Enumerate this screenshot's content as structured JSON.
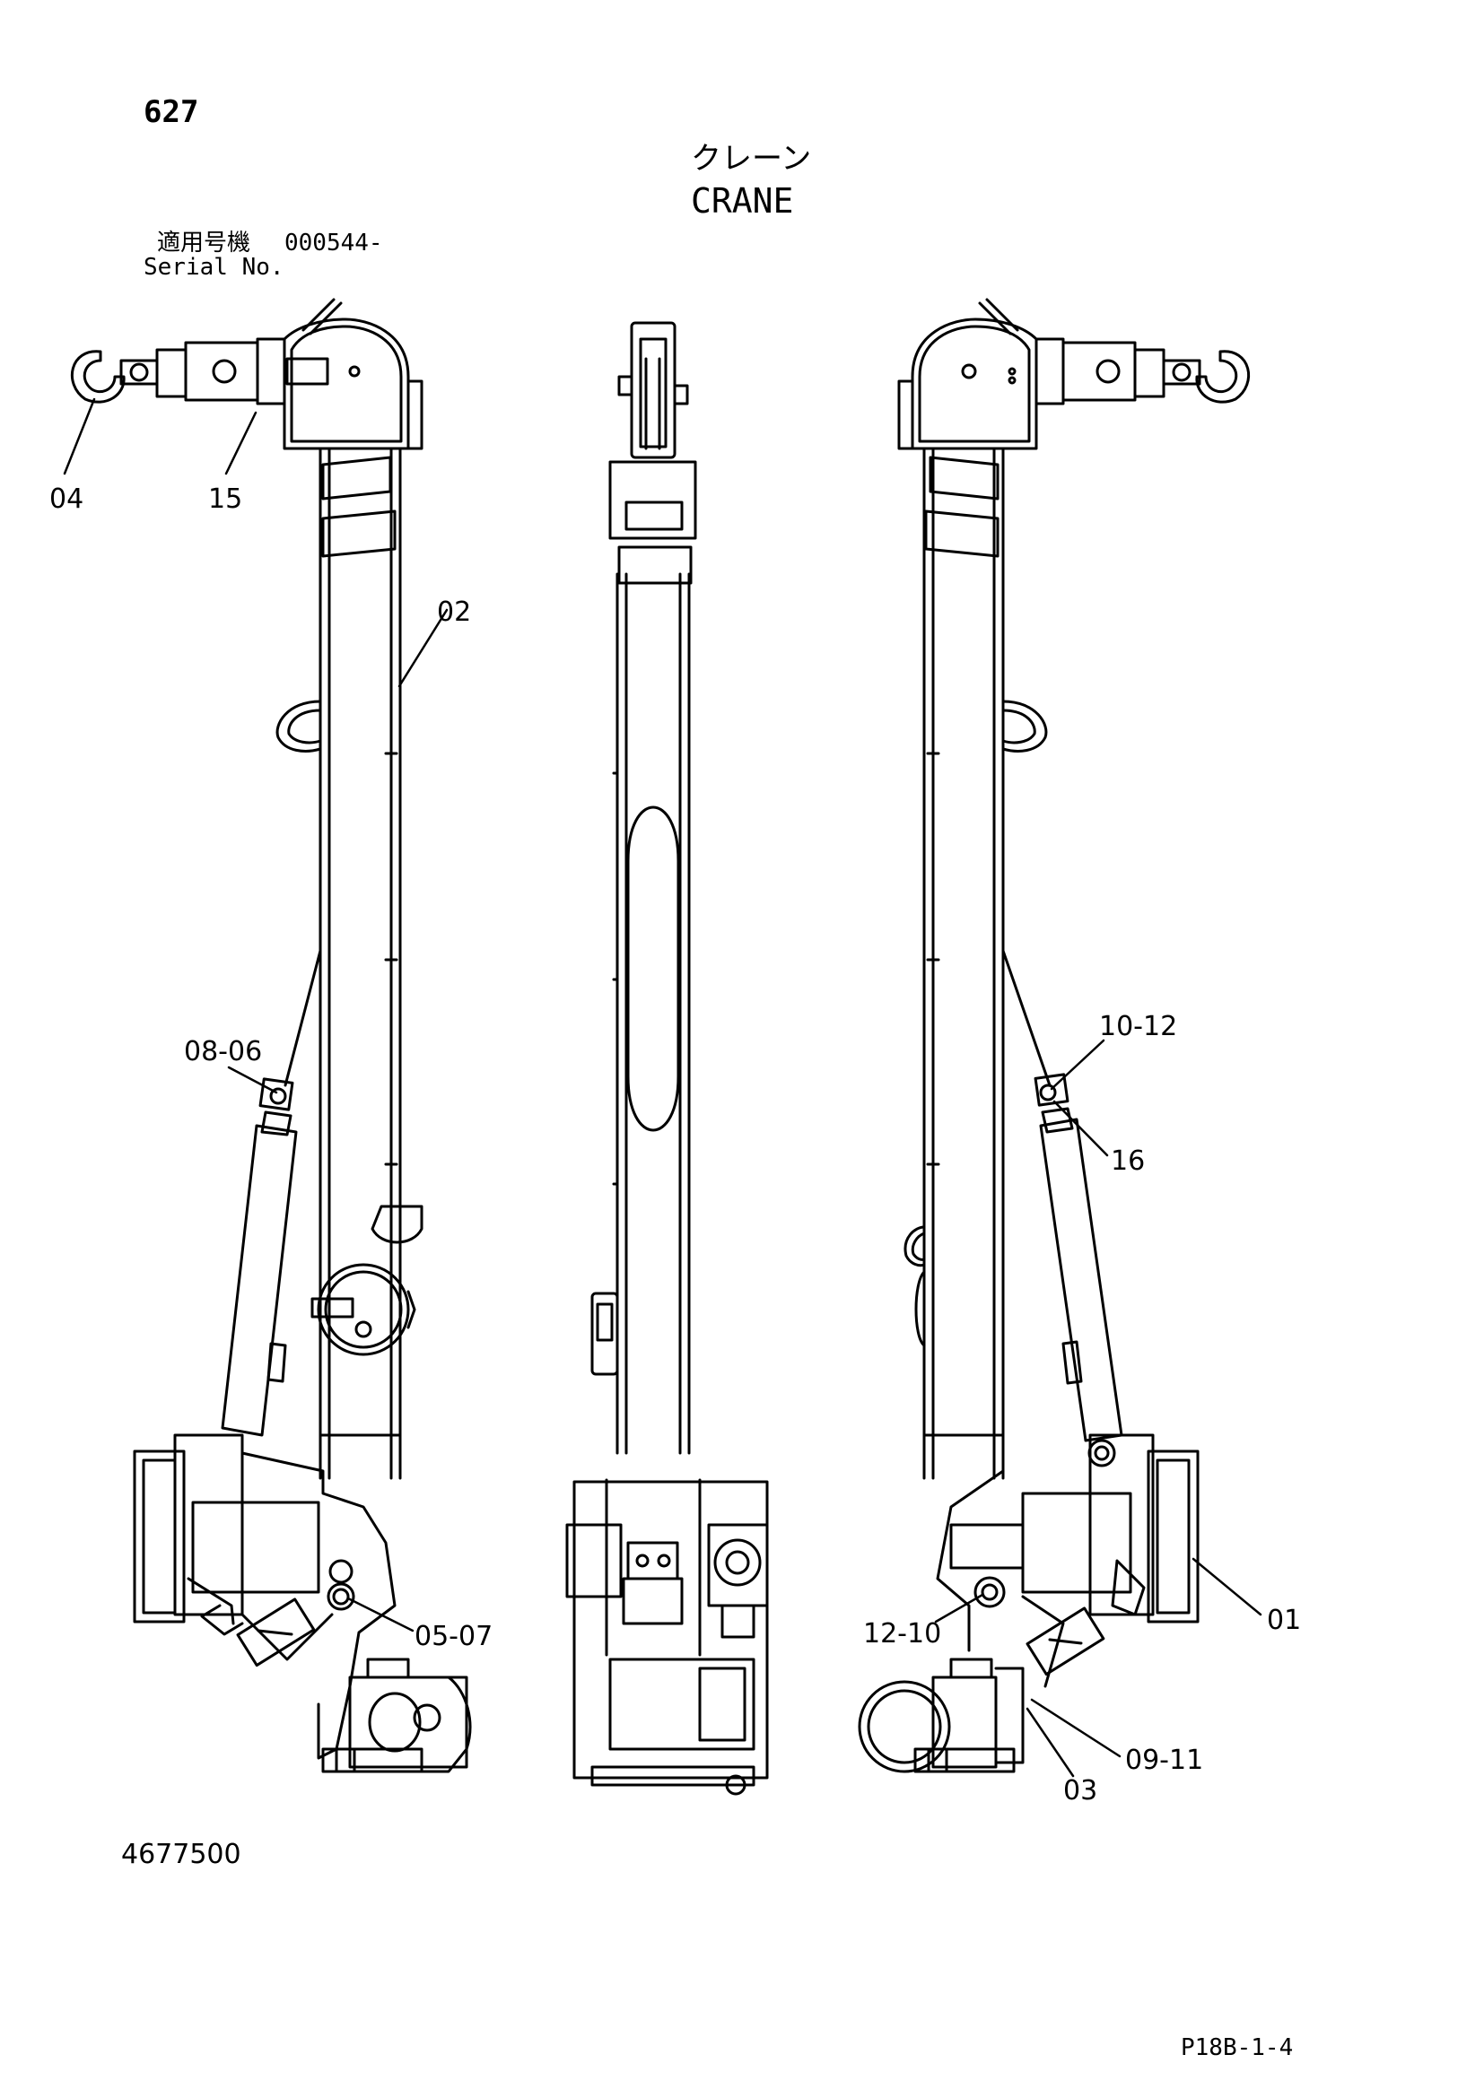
{
  "header": {
    "page_number": "627",
    "title_jp": "クレーン",
    "title_en": "CRANE",
    "serial_label_jp": "適用号機",
    "serial_value": "000544-",
    "serial_label_en": "Serial No."
  },
  "callouts": {
    "c04": "04",
    "c15": "15",
    "c02": "02",
    "c0806": "08-06",
    "c0507": "05-07",
    "c1012": "10-12",
    "c16": "16",
    "c1210": "12-10",
    "c01": "01",
    "c0911": "09-11",
    "c03": "03"
  },
  "footer": {
    "figure_number": "4677500",
    "page_code": "P18B-1-4"
  }
}
